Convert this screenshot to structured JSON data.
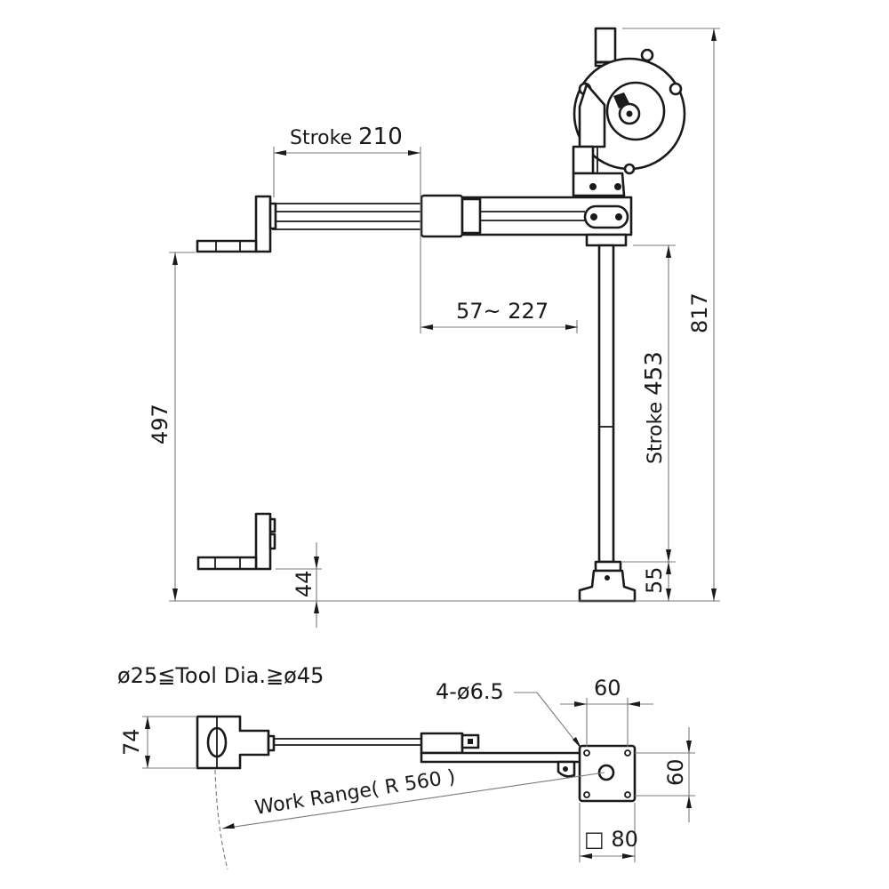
{
  "diagram": {
    "type": "technical-dimension-drawing",
    "subject": "Articulated torque arm with balancer",
    "colors": {
      "line": "#1a1a1a",
      "dimension": "#7a7a7a",
      "background": "#ffffff"
    }
  },
  "side_view": {
    "dimensions": {
      "horizontal_stroke": {
        "label": "Stroke",
        "value": "210"
      },
      "horizontal_offset": {
        "value": "57~ 227"
      },
      "vertical_stroke": {
        "label": "Stroke",
        "value": "453"
      },
      "total_height": {
        "value": "817"
      },
      "reach_height": {
        "value": "497"
      },
      "tool_min_height": {
        "value": "44"
      },
      "base_height": {
        "value": "55"
      }
    }
  },
  "top_view": {
    "tool_range": "ø25≦Tool Dia.≧ø45",
    "dimensions": {
      "holder_width": {
        "value": "74"
      },
      "work_range": {
        "value": "Work Range( R 560 )"
      },
      "mount_holes": {
        "value": "4-ø6.5"
      },
      "hole_spacing_x": {
        "value": "60"
      },
      "hole_spacing_y": {
        "value": "60"
      },
      "base_plate": {
        "symbol": "□",
        "value": "80"
      }
    }
  }
}
